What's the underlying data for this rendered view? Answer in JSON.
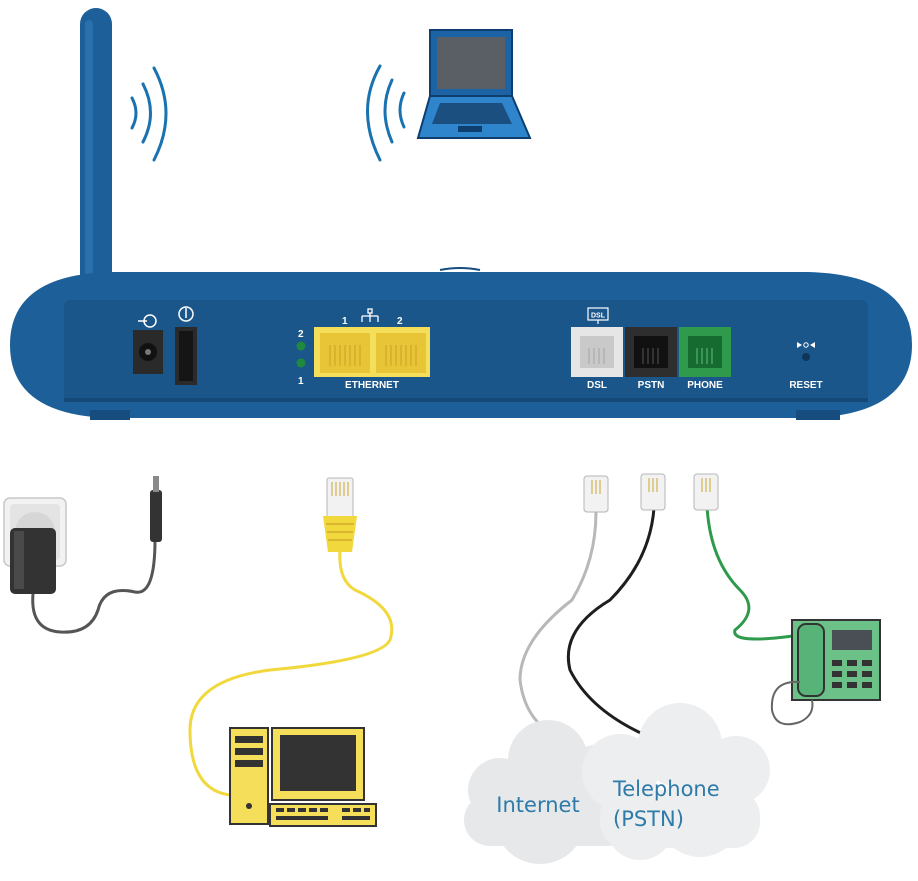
{
  "router": {
    "port_labels": {
      "ethernet": "ETHERNET",
      "eth_port_1": "1",
      "eth_port_2": "2",
      "led_top": "2",
      "led_bottom": "1",
      "dsl": "DSL",
      "dsl_icon": "DSL",
      "pstn": "PSTN",
      "phone": "PHONE",
      "reset": "RESET"
    }
  },
  "clouds": {
    "internet": "Internet",
    "telephone_line1": "Telephone",
    "telephone_line2": "(PSTN)"
  },
  "colors": {
    "router_blue": "#1d5f98",
    "ethernet_yellow": "#f4de5a",
    "phone_green": "#2f9a4c",
    "dsl_grey": "#d8d8d8",
    "pstn_black": "#2a2a2a",
    "cloud_grey": "#e7e8ea",
    "cloud_text": "#2e7aa8"
  }
}
